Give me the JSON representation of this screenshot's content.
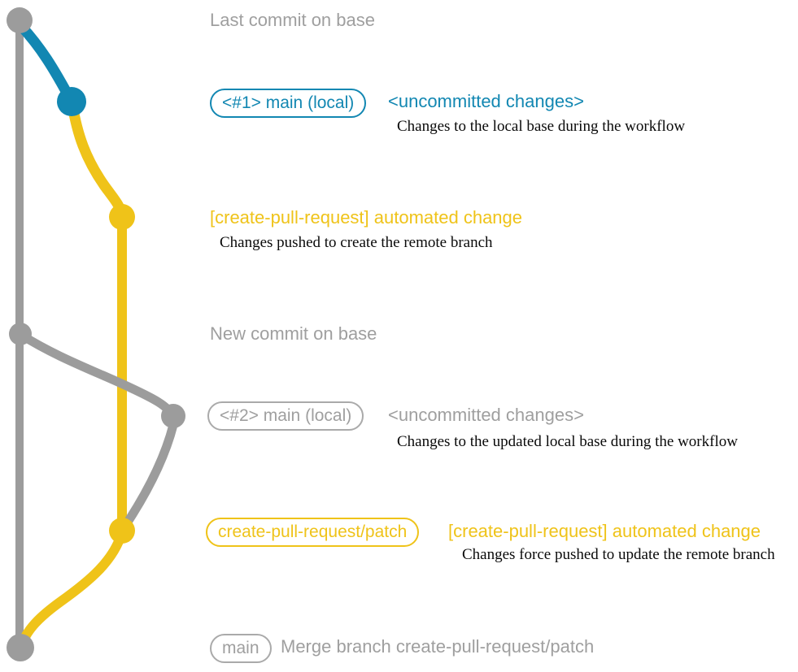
{
  "colors": {
    "gray": "#9c9c9c",
    "gray-text": "#9f9f9f",
    "gray-border": "#aaaaaa",
    "blue": "#1287b2",
    "yellow": "#efc319",
    "ink": "#0a0a0a",
    "background": "#ffffff"
  },
  "annotations": {
    "last_commit": {
      "title": "Last commit on base"
    },
    "local1": {
      "badge": "<#1> main (local)",
      "title": "<uncommitted changes>",
      "description": "Changes to the local base during the workflow"
    },
    "push1": {
      "title": "[create-pull-request] automated change",
      "description": "Changes pushed to create the remote branch"
    },
    "new_commit": {
      "title": "New commit on base"
    },
    "local2": {
      "badge": "<#2> main (local)",
      "title": "<uncommitted changes>",
      "description": "Changes to the updated local base during the workflow"
    },
    "push2": {
      "badge": "create-pull-request/patch",
      "title": "[create-pull-request] automated change",
      "description": "Changes force pushed to update the remote branch"
    },
    "merge": {
      "badge": "main",
      "title": "Merge branch create-pull-request/patch"
    }
  },
  "graph": {
    "commit_nodes": [
      {
        "name": "last-commit-on-base",
        "color": "gray"
      },
      {
        "name": "uncommitted-changes-1",
        "color": "blue"
      },
      {
        "name": "automated-change-1",
        "color": "yellow"
      },
      {
        "name": "new-commit-on-base",
        "color": "gray"
      },
      {
        "name": "uncommitted-changes-2",
        "color": "gray"
      },
      {
        "name": "automated-change-2",
        "color": "yellow"
      },
      {
        "name": "merge-commit",
        "color": "gray"
      }
    ]
  }
}
